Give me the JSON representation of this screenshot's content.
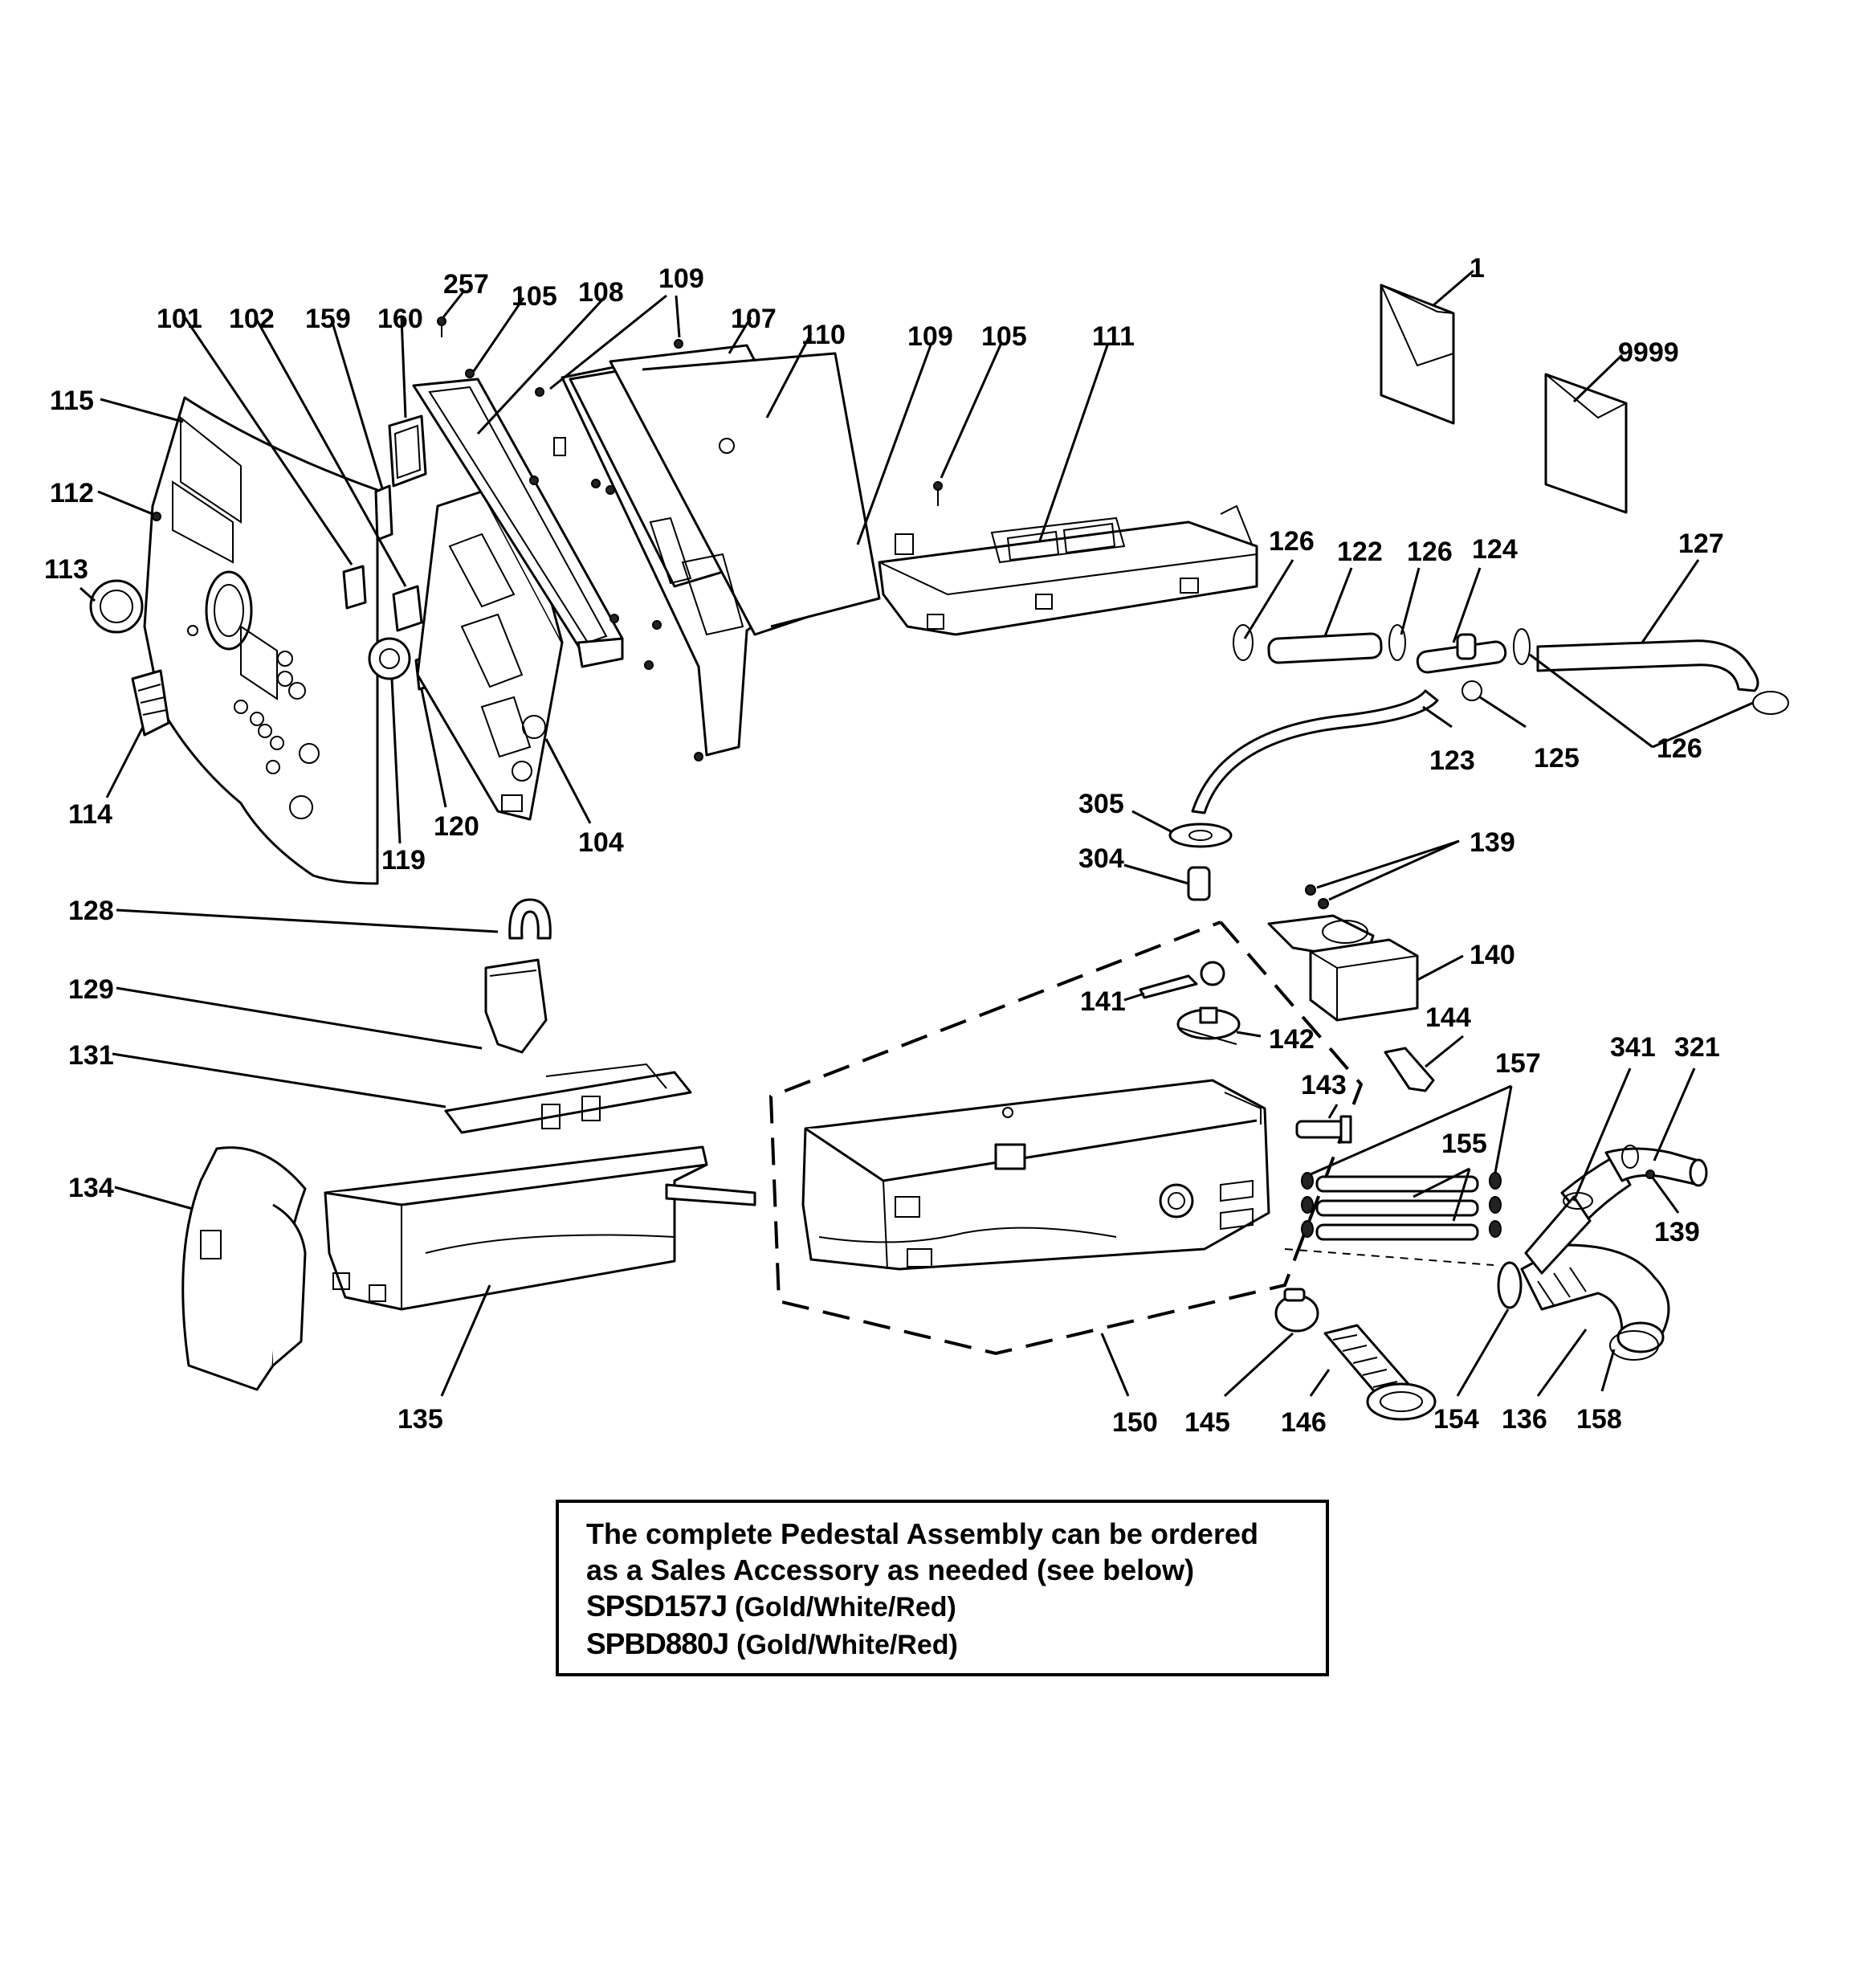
{
  "labels": {
    "p1": "1",
    "p9999": "9999",
    "p101": "101",
    "p102": "102",
    "p104": "104",
    "p105a": "105",
    "p105b": "105",
    "p107": "107",
    "p108": "108",
    "p109a": "109",
    "p109b": "109",
    "p110": "110",
    "p111": "111",
    "p112": "112",
    "p113": "113",
    "p114": "114",
    "p115": "115",
    "p119": "119",
    "p120": "120",
    "p122": "122",
    "p123": "123",
    "p124": "124",
    "p125": "125",
    "p126a": "126",
    "p126b": "126",
    "p126c": "126",
    "p127": "127",
    "p128": "128",
    "p129": "129",
    "p131": "131",
    "p134": "134",
    "p135": "135",
    "p136": "136",
    "p139a": "139",
    "p139b": "139",
    "p140": "140",
    "p141": "141",
    "p142": "142",
    "p143": "143",
    "p144": "144",
    "p145": "145",
    "p146": "146",
    "p150": "150",
    "p154": "154",
    "p155": "155",
    "p157": "157",
    "p158": "158",
    "p159": "159",
    "p160": "160",
    "p257": "257",
    "p304": "304",
    "p305": "305",
    "p321": "321",
    "p341": "341"
  },
  "note": {
    "line1": "The complete Pedestal Assembly can be ordered",
    "line2": "as a Sales Accessory as needed (see below)",
    "models": [
      {
        "code": "SPSD157J",
        "color": "(Gold/White/Red)"
      },
      {
        "code": "SPBD880J",
        "color": "(Gold/White/Red)"
      }
    ]
  }
}
